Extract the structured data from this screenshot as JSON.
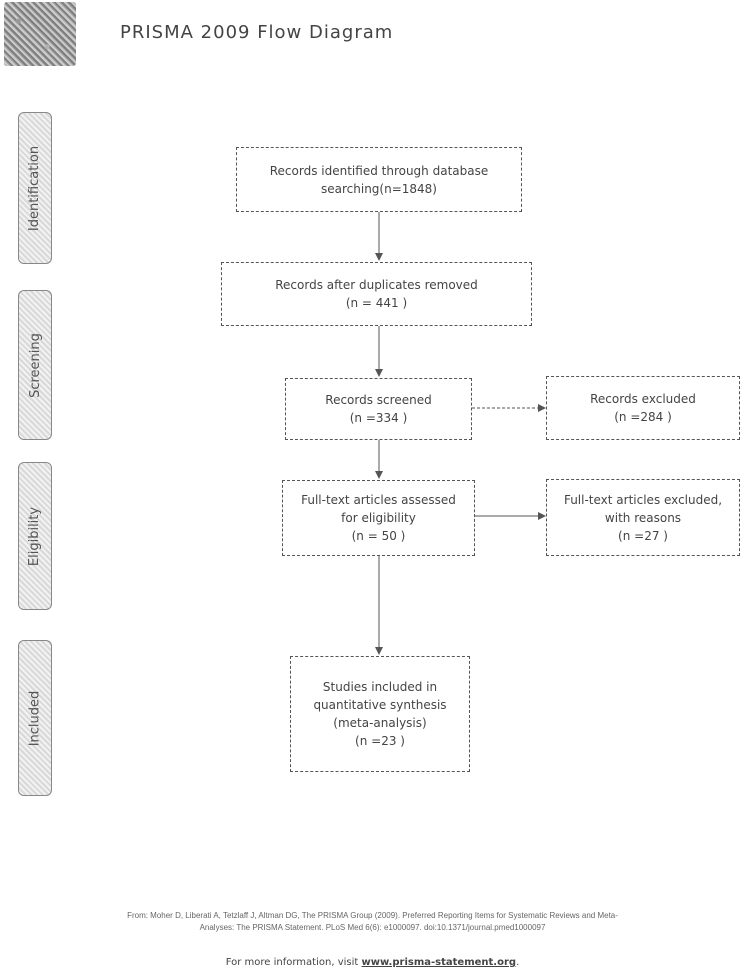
{
  "header": {
    "title": "PRISMA 2009 Flow Diagram"
  },
  "phases": {
    "identification": "Identification",
    "screening": "Screening",
    "eligibility": "Eligibility",
    "included": "Included"
  },
  "boxes": {
    "identified": {
      "line1": "Records identified through database",
      "line2": "searching(n=1848)"
    },
    "deduplicated": {
      "line1": "Records after duplicates removed",
      "line2": "(n = 441 )"
    },
    "screened": {
      "line1": "Records screened",
      "line2": "(n =334   )"
    },
    "excluded": {
      "line1": "Records excluded",
      "line2": "(n =284   )"
    },
    "fulltext": {
      "line1": "Full-text articles assessed",
      "line2": "for eligibility",
      "line3": "(n = 50   )"
    },
    "fulltext_excluded": {
      "line1": "Full-text articles excluded,",
      "line2": "with reasons",
      "line3": "(n =27   )"
    },
    "included": {
      "line1": "Studies included in",
      "line2": "quantitative synthesis",
      "line3": "(meta-analysis)",
      "line4": "(n =23   )"
    }
  },
  "footer": {
    "citation_line1": "From: Moher D, Liberati A, Tetzlaff J, Altman DG, The PRISMA Group (2009). Preferred Reporting Items for Systematic Reviews and Meta-",
    "citation_line2": "Analyses: The PRISMA Statement. PLoS Med 6(6): e1000097. doi:10.1371/journal.pmed1000097",
    "more_info_prefix": "For more information, visit ",
    "more_info_link": "www.prisma-statement.org",
    "more_info_suffix": "."
  }
}
